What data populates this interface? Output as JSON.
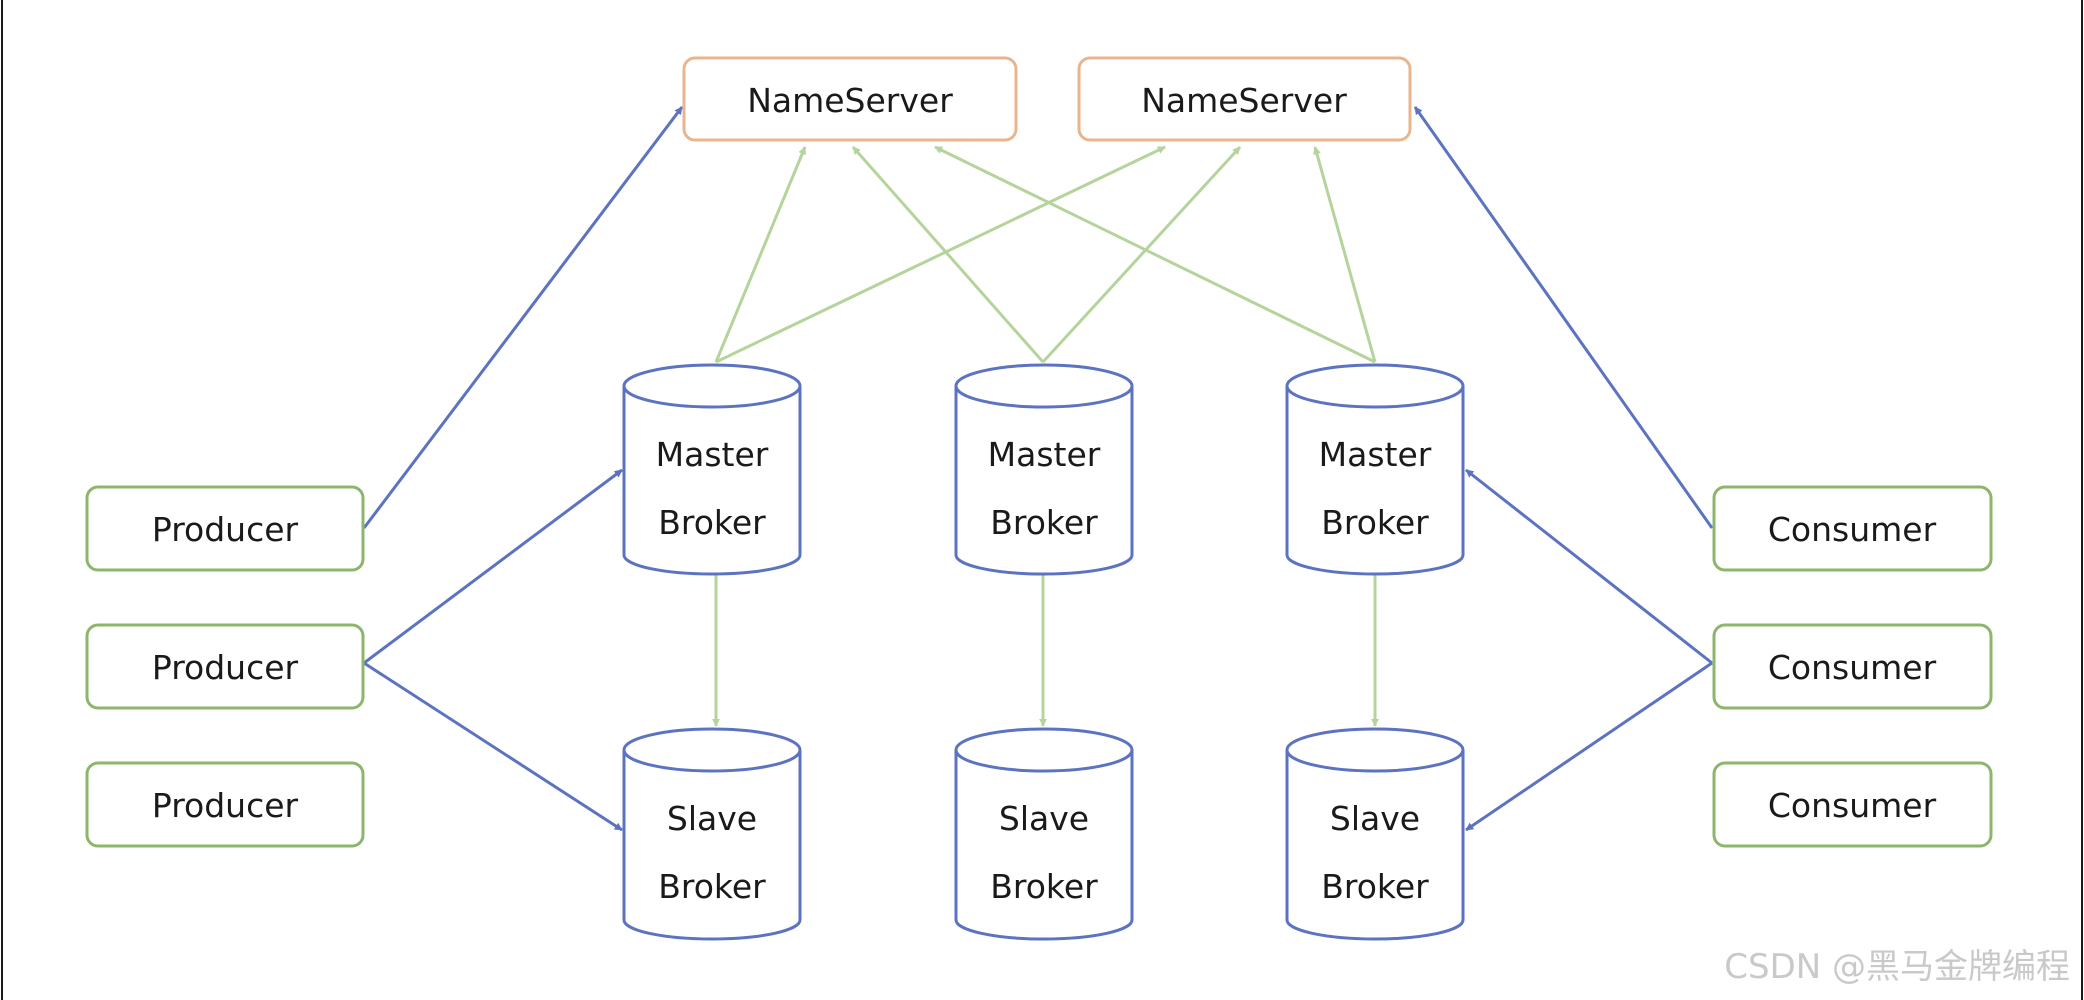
{
  "nameservers": [
    "NameServer",
    "NameServer"
  ],
  "producers": [
    "Producer",
    "Producer",
    "Producer"
  ],
  "consumers": [
    "Consumer",
    "Consumer",
    "Consumer"
  ],
  "masters": [
    {
      "line1": "Master",
      "line2": "Broker"
    },
    {
      "line1": "Master",
      "line2": "Broker"
    },
    {
      "line1": "Master",
      "line2": "Broker"
    }
  ],
  "slaves": [
    {
      "line1": "Slave",
      "line2": "Broker"
    },
    {
      "line1": "Slave",
      "line2": "Broker"
    },
    {
      "line1": "Slave",
      "line2": "Broker"
    }
  ],
  "watermark": "CSDN @黑马金牌编程",
  "colors": {
    "nameserver_border": "#e8b58d",
    "client_border": "#8cb66b",
    "broker_border": "#5b73c1",
    "blue_arrow": "#5b73c1",
    "green_arrow": "#b5d49c"
  }
}
